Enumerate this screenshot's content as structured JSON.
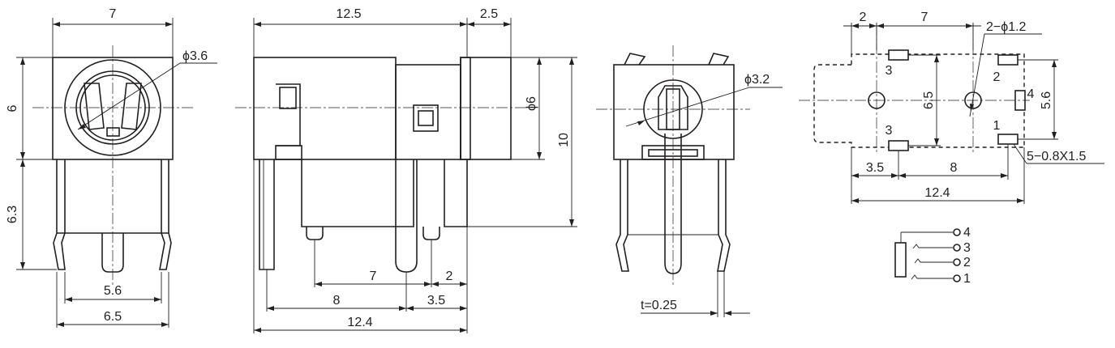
{
  "front_view": {
    "dim_width_top": "7",
    "dim_bore": "ϕ3.6",
    "dim_height_body": "6",
    "dim_height_pins": "6.3",
    "dim_pin_pitch": "5.6",
    "dim_pin_outer": "6.5"
  },
  "side_view": {
    "dim_body_length": "12.5",
    "dim_nose_length": "2.5",
    "dim_nose_diameter": "ϕ6",
    "dim_total_height": "10",
    "dim_pin_7": "7",
    "dim_pin_2": "2",
    "dim_pin_8": "8",
    "dim_pin_3_5": "3.5",
    "dim_total_length": "12.4"
  },
  "rear_view": {
    "dim_bore": "ϕ3.2",
    "dim_thickness": "t=0.25"
  },
  "footprint": {
    "dim_top_2": "2",
    "dim_top_7": "7",
    "dim_holes": "2−ϕ1.2",
    "dim_6_5": "6.5",
    "dim_5_6": "5.6",
    "dim_bottom_3_5": "3.5",
    "dim_bottom_8": "8",
    "dim_bottom_12_4": "12.4",
    "dim_slots": "5−0.8X1.5",
    "pad_labels": [
      "3",
      "2",
      "4",
      "3",
      "1"
    ]
  },
  "schematic": {
    "pins": [
      "4",
      "3",
      "2",
      "1"
    ]
  }
}
